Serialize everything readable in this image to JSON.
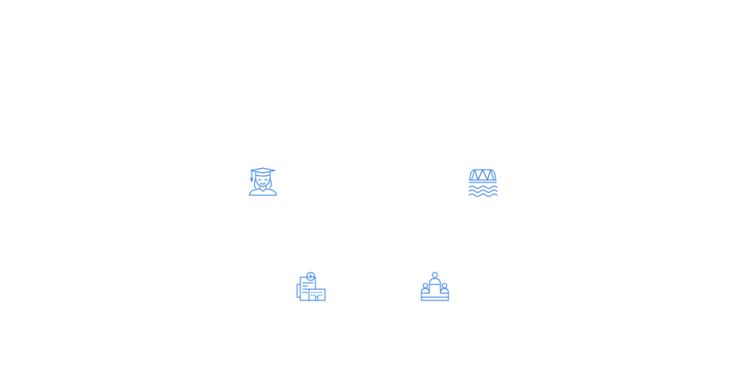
{
  "theme": {
    "background": "#ffffff",
    "icon_color": "#4a8fef"
  },
  "icons": [
    {
      "id": "graduate",
      "name": "graduate-icon"
    },
    {
      "id": "bridge-water",
      "name": "bridge-water-icon"
    },
    {
      "id": "hospital",
      "name": "hospital-icon"
    },
    {
      "id": "podium-people",
      "name": "podium-people-icon"
    }
  ]
}
